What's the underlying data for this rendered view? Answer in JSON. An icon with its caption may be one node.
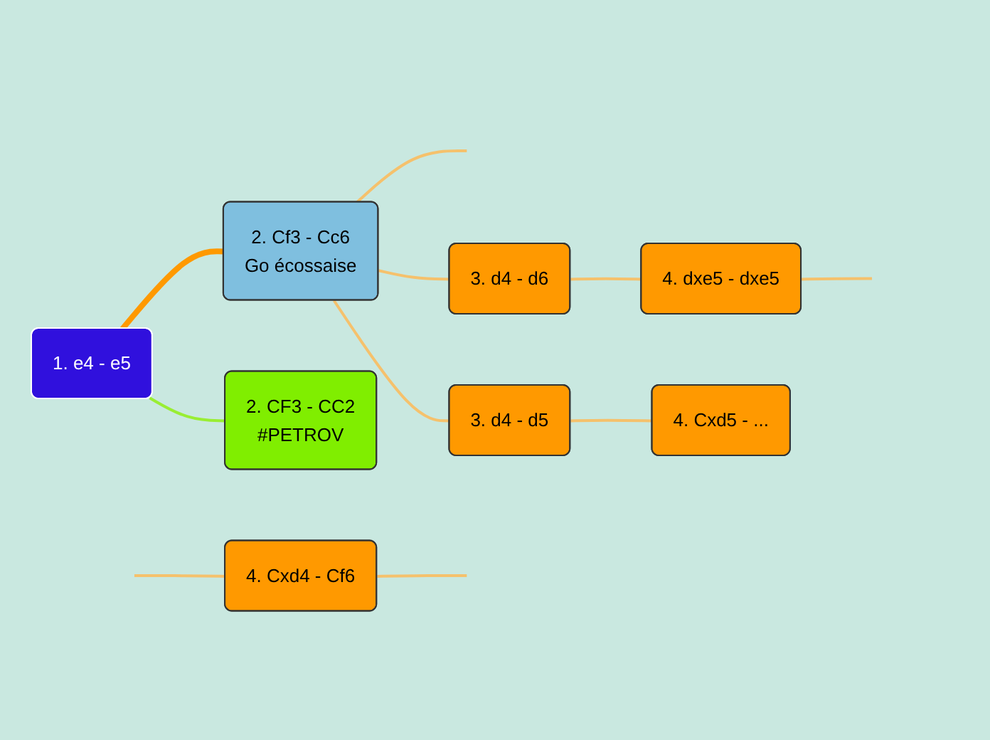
{
  "diagram": {
    "nodes": [
      {
        "text": [
          "2. Cf3 - Cc6",
          "Go écossaise"
        ]
      },
      {
        "text": [
          "4. Cxd4 - Cf6"
        ]
      },
      {
        "text": [
          "3. d4 - d6"
        ]
      },
      {
        "text": [
          "4. dxe5 - dxe5"
        ]
      },
      {
        "text": [
          "3. d4 - d5"
        ]
      },
      {
        "text": [
          "4. Cxd5 - ..."
        ]
      },
      {
        "text": [
          "1. e4 - e5"
        ]
      },
      {
        "text": [
          "2. CF3 - CC2",
          "#PETROV"
        ]
      }
    ],
    "edges": [
      {
        "from": 6,
        "to": 0,
        "arrow": "none",
        "style": "thick",
        "color": "#ff9900"
      },
      {
        "from": 6,
        "to": 7,
        "arrow": "none",
        "color": "#99ee33"
      },
      {
        "from": 0,
        "to": null,
        "arrow": "none"
      },
      {
        "from": null,
        "to": 1,
        "arrow": "none"
      },
      {
        "from": 0,
        "to": 2,
        "arrow": "none"
      },
      {
        "from": 2,
        "to": 3,
        "arrow": "none"
      },
      {
        "from": 0,
        "to": 4,
        "arrow": "none"
      },
      {
        "from": 4,
        "to": 5,
        "arrow": "none"
      },
      {
        "from": 3,
        "to": null,
        "arrow": "none"
      },
      {
        "from": 1,
        "to": null,
        "arrow": "none"
      }
    ]
  }
}
